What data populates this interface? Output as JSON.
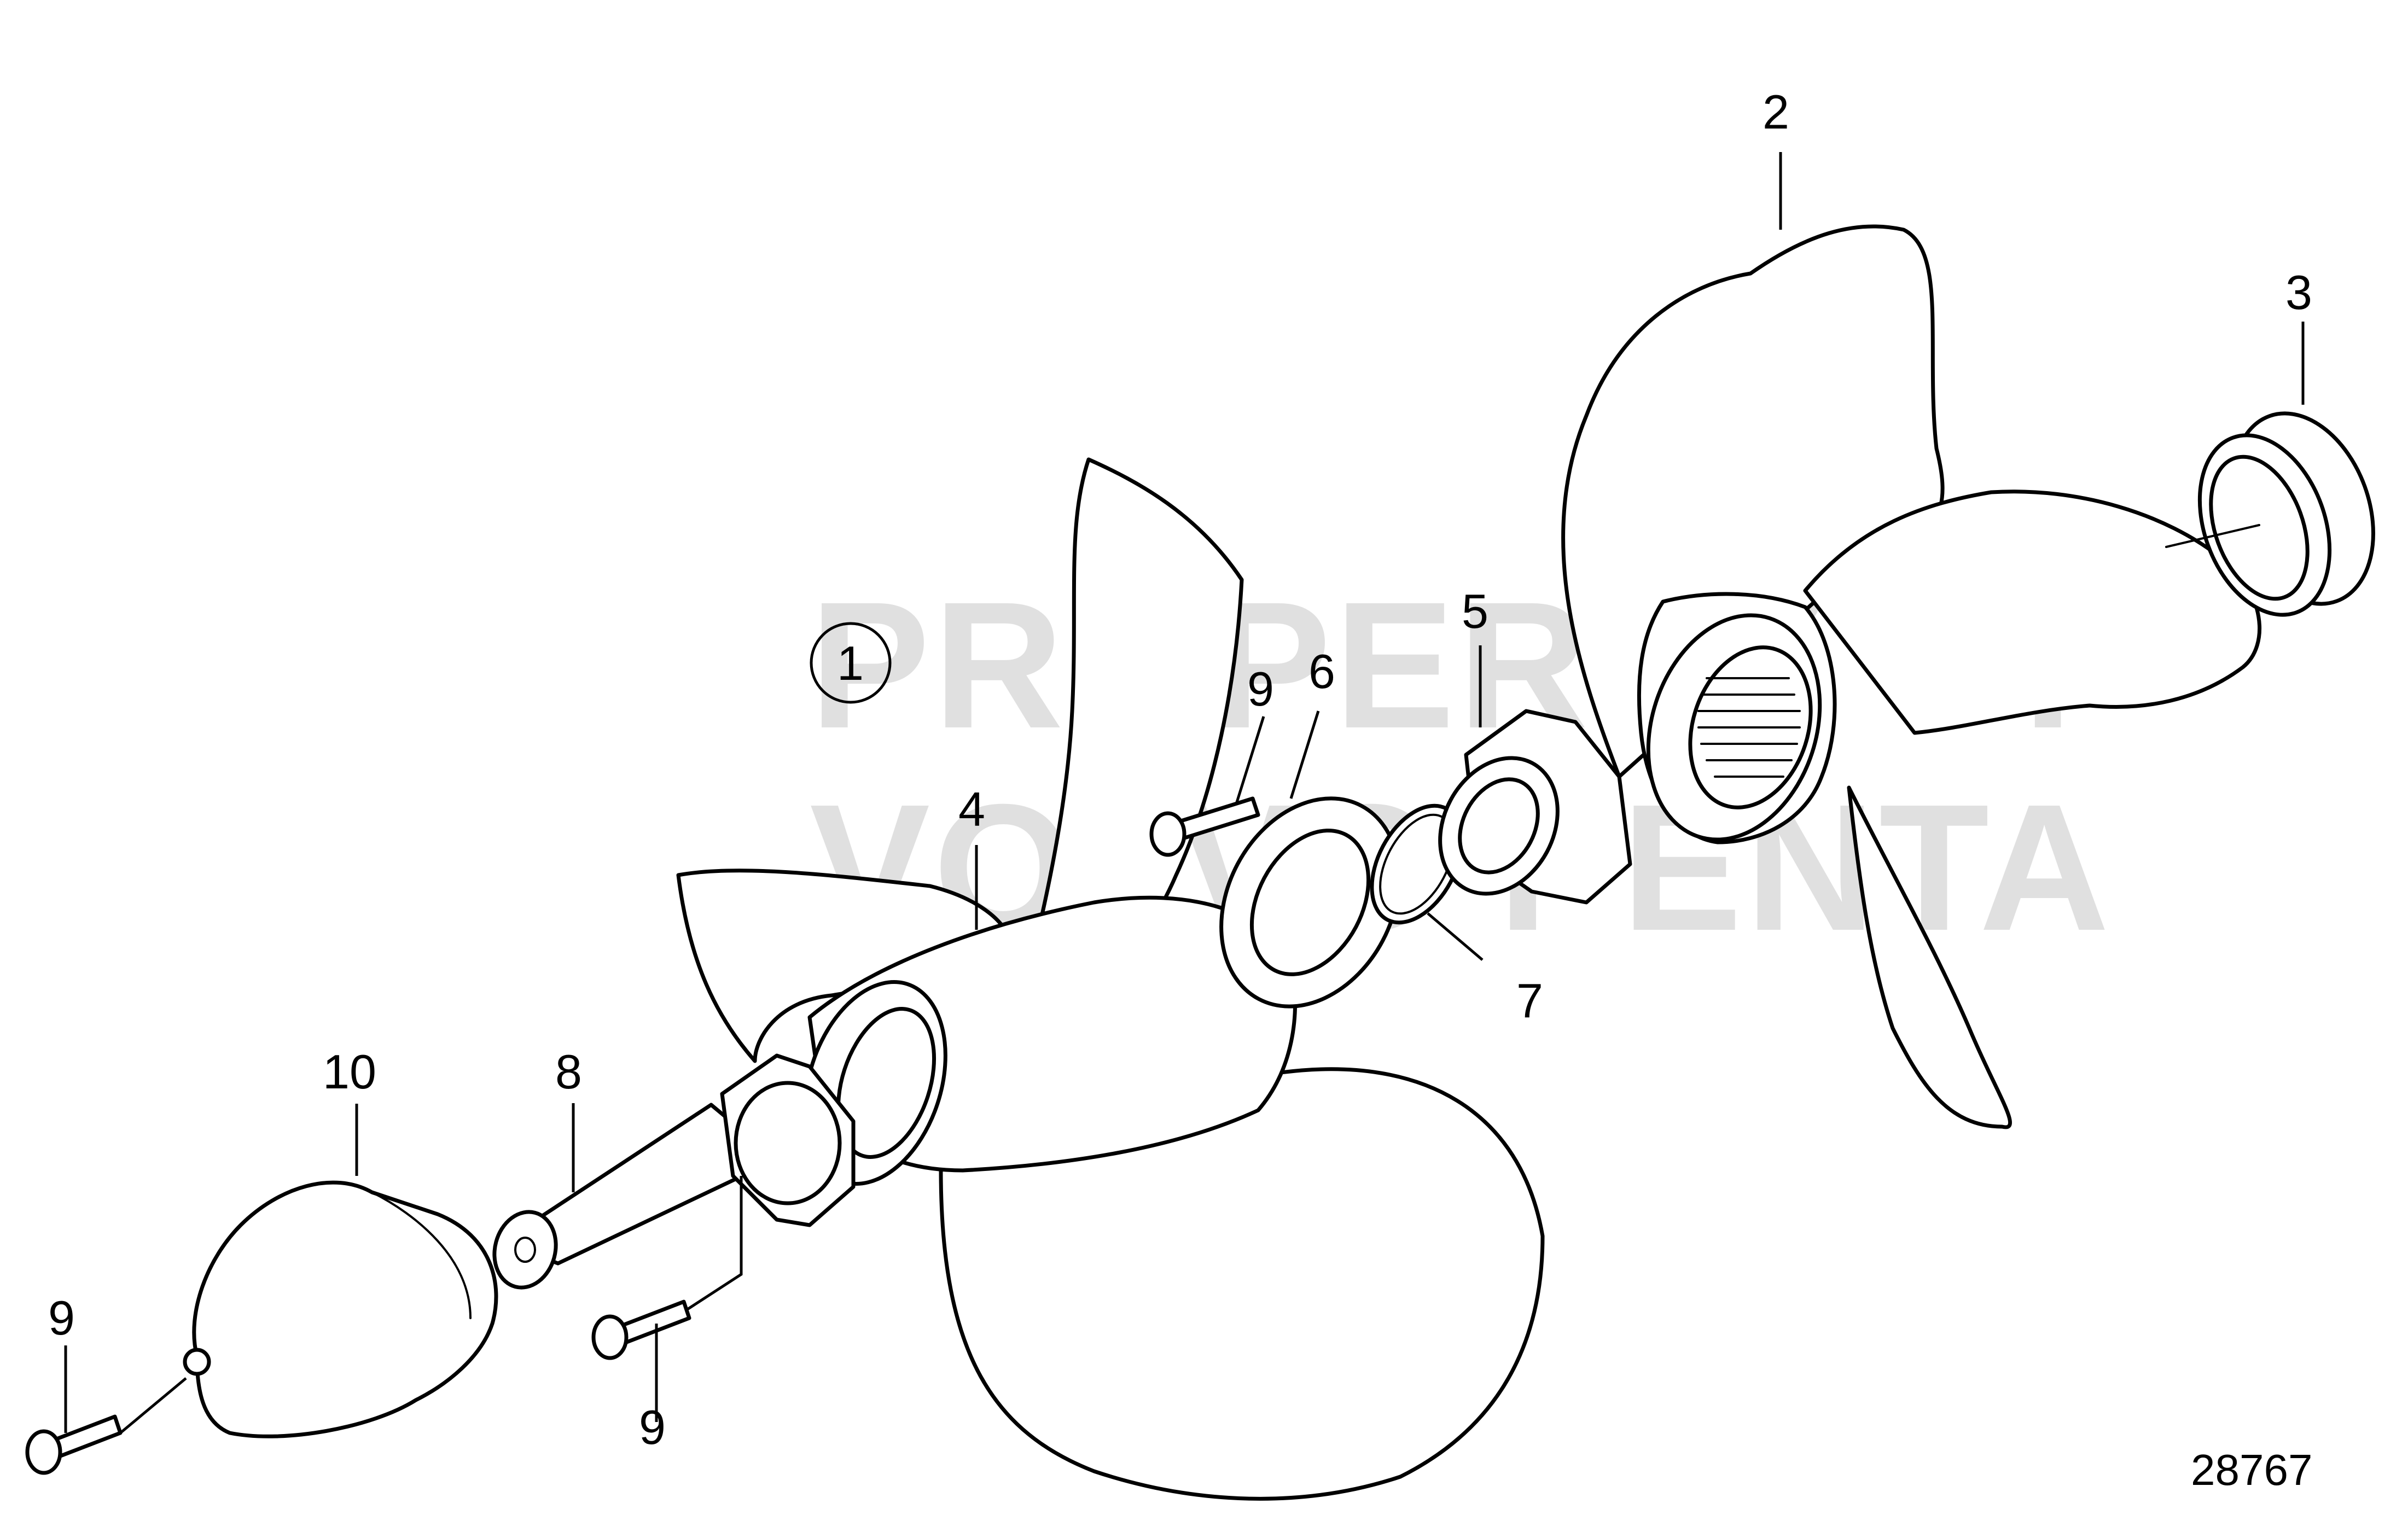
{
  "diagram": {
    "figure_number": "28767",
    "watermark": {
      "line1": "PROPERTY OF",
      "line2": "VOLVO PENTA"
    },
    "assembly_marker": "1",
    "callouts": {
      "propeller_aft": "2",
      "spacer_ring": "3",
      "propeller_front": "4",
      "hub_rear": "5",
      "lock_washer": "6",
      "o_ring": "7",
      "hub_front": "8",
      "screw_top": "9",
      "screw_left": "9",
      "screw_bottom": "9",
      "cone": "10"
    }
  }
}
